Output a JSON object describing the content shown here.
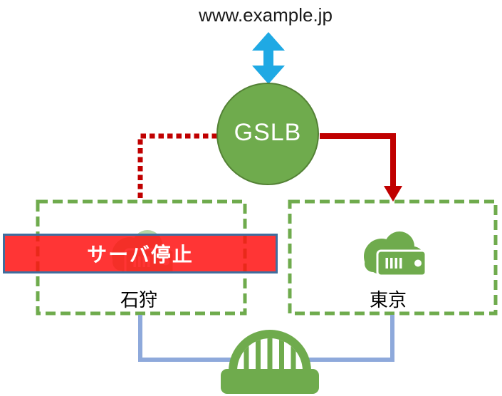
{
  "header": {
    "domain": "www.example.jp"
  },
  "gslb": {
    "label": "GSLB"
  },
  "alert_banner": {
    "label": "サーバ停止"
  },
  "sites": {
    "left": {
      "name": "石狩",
      "status": "stopped"
    },
    "right": {
      "name": "東京",
      "status": "active"
    }
  },
  "icons": {
    "top": "up-down-arrow-icon",
    "left_site": "cloud-server-icon",
    "right_site": "cloud-server-icon",
    "bottom": "bridge-icon"
  },
  "colors": {
    "green": "#6FAB4D",
    "green_border": "#538135",
    "dark_red": "#C00000",
    "alert_red": "#FF1212",
    "alert_border": "#3F6E9E",
    "cyan_arrow": "#1FA9E4",
    "connector_blue": "#8EA9DB",
    "text_dark": "#1A1A1A",
    "text_white": "#FFFFFF"
  }
}
